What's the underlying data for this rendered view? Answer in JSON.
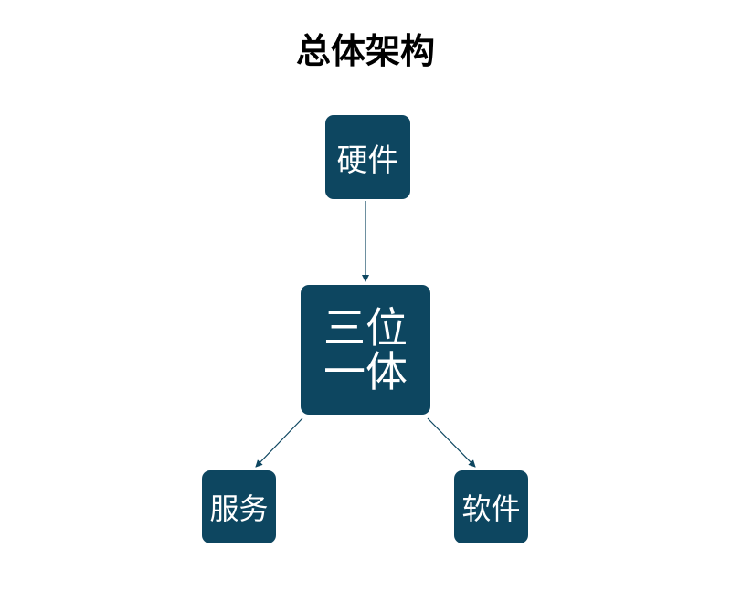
{
  "title": "总体架构",
  "nodes": {
    "hardware": "硬件",
    "center": "三位一体",
    "service": "服务",
    "software": "软件"
  },
  "colors": {
    "node_fill": "#0d4660",
    "node_text": "#ffffff",
    "connector": "#0d4660"
  }
}
